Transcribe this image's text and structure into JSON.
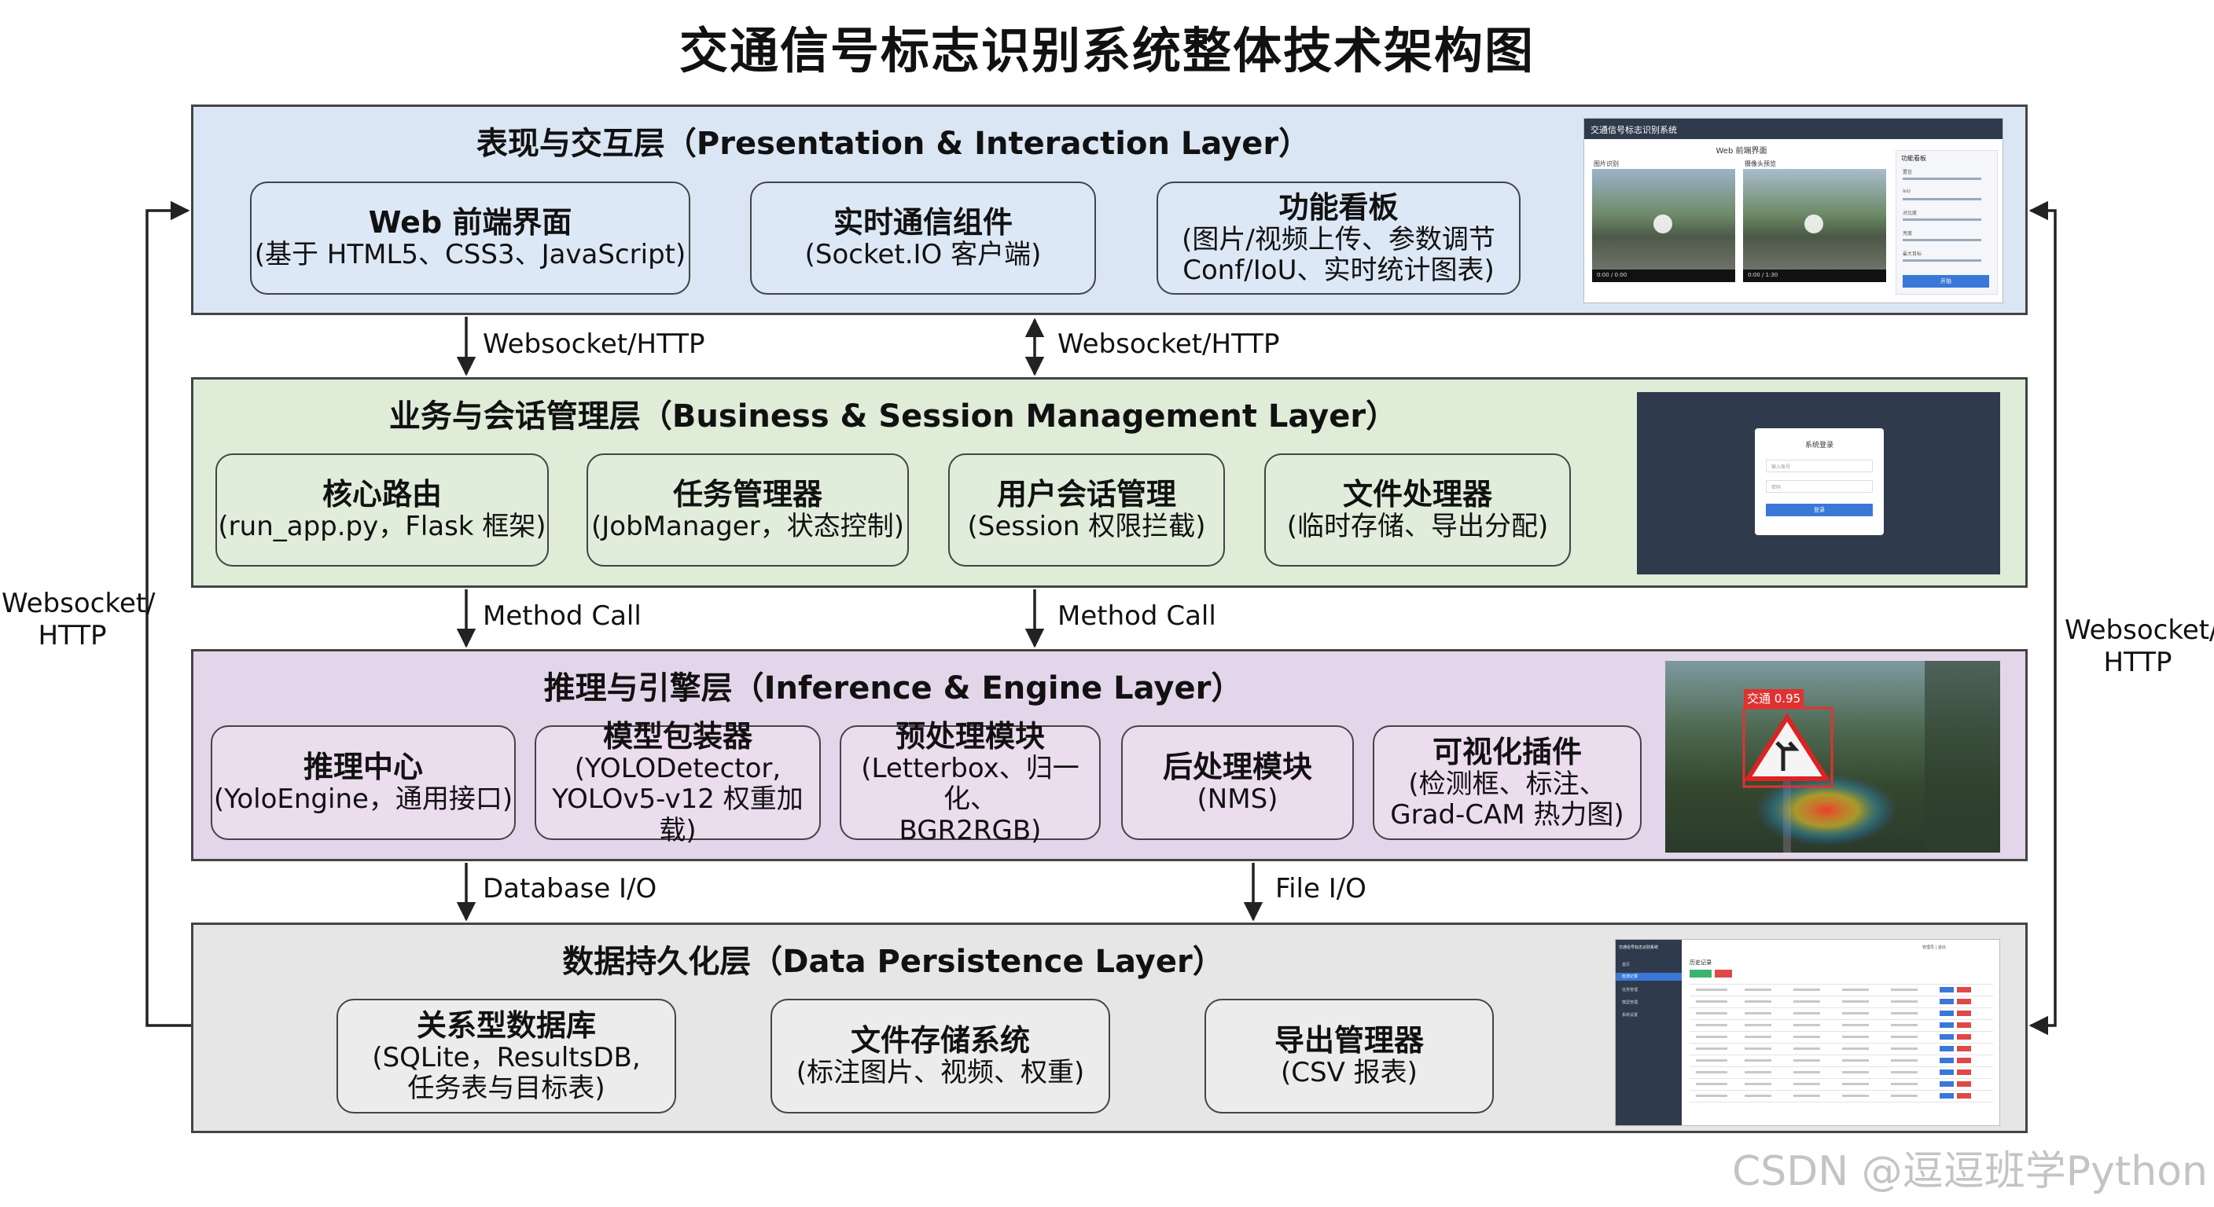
{
  "title": "交通信号标志识别系统整体技术架构图",
  "layers": {
    "presentation": {
      "title": "表现与交互层（Presentation & Interaction Layer）",
      "boxes": [
        {
          "title": "Web 前端界面",
          "desc": "(基于 HTML5、CSS3、JavaScript)"
        },
        {
          "title": "实时通信组件",
          "desc": "(Socket.IO 客户端)"
        },
        {
          "title": "功能看板",
          "desc1": "(图片/视频上传、参数调节",
          "desc2": "Conf/IoU、实时统计图表)"
        }
      ],
      "thumbnail": {
        "header": "交通信号标志识别系统",
        "subtitle": "Web 前端界面",
        "panel_left": "图片识别",
        "panel_mid": "摄像头预览",
        "panel_right": "功能看板",
        "time1": "0:00 / 0:00",
        "time2": "0:00 / 1:30",
        "sliders": [
          "置信",
          "IoU",
          "对比度",
          "亮度",
          "最大目标"
        ],
        "button": "开始"
      }
    },
    "business": {
      "title": "业务与会话管理层（Business & Session Management Layer）",
      "boxes": [
        {
          "title": "核心路由",
          "desc": "(run_app.py，Flask 框架)"
        },
        {
          "title": "任务管理器",
          "desc": "(JobManager，状态控制)"
        },
        {
          "title": "用户会话管理",
          "desc": "(Session 权限拦截)"
        },
        {
          "title": "文件处理器",
          "desc": "(临时存储、导出分配)"
        }
      ],
      "thumbnail": {
        "dialog_title": "系统登录",
        "username_placeholder": "输入账号",
        "password_placeholder": "密码",
        "login_button": "登录"
      }
    },
    "inference": {
      "title": "推理与引擎层（Inference & Engine Layer）",
      "boxes": [
        {
          "title": "推理中心",
          "desc": "(YoloEngine，通用接口)"
        },
        {
          "title": "模型包装器",
          "desc1": "(YOLODetector,",
          "desc2": "YOLOv5-v12 权重加载)"
        },
        {
          "title": "预处理模块",
          "desc1": "(Letterbox、归一化、",
          "desc2": "BGR2RGB)"
        },
        {
          "title": "后处理模块",
          "desc": "(NMS)"
        },
        {
          "title": "可视化插件",
          "desc1": "(检测框、标注、",
          "desc2": "Grad-CAM 热力图)"
        }
      ],
      "thumbnail": {
        "detection_label": "交通 0.95"
      }
    },
    "persistence": {
      "title": "数据持久化层（Data Persistence Layer）",
      "boxes": [
        {
          "title": "关系型数据库",
          "desc1": "(SQLite，ResultsDB,",
          "desc2": "任务表与目标表)"
        },
        {
          "title": "文件存储系统",
          "desc": "(标注图片、视频、权重)"
        },
        {
          "title": "导出管理器",
          "desc": "(CSV 报表)"
        }
      ],
      "thumbnail": {
        "app_name": "交通信号标志识别系统",
        "section_title": "历史记录",
        "nav": [
          "首页",
          "检测记录",
          "任务管理",
          "模型管理",
          "系统设置"
        ],
        "header_right": "管理员 | 退出"
      }
    }
  },
  "connectors": {
    "pres_biz_left": "Websocket/HTTP",
    "pres_biz_right": "Websocket/HTTP",
    "biz_inf_left": "Method Call",
    "biz_inf_right": "Method Call",
    "inf_per_left": "Database I/O",
    "inf_per_right": "File I/O",
    "side_left_1": "Websocket/",
    "side_left_2": "HTTP",
    "side_right_1": "Websocket/",
    "side_right_2": "HTTP"
  },
  "watermark": "CSDN @逗逗班学Python",
  "colors": {
    "presentation_bg": "#dbe6f4",
    "business_bg": "#deecd8",
    "inference_bg": "#e4d6ea",
    "persistence_bg": "#e6e6e6",
    "border": "#444444"
  }
}
